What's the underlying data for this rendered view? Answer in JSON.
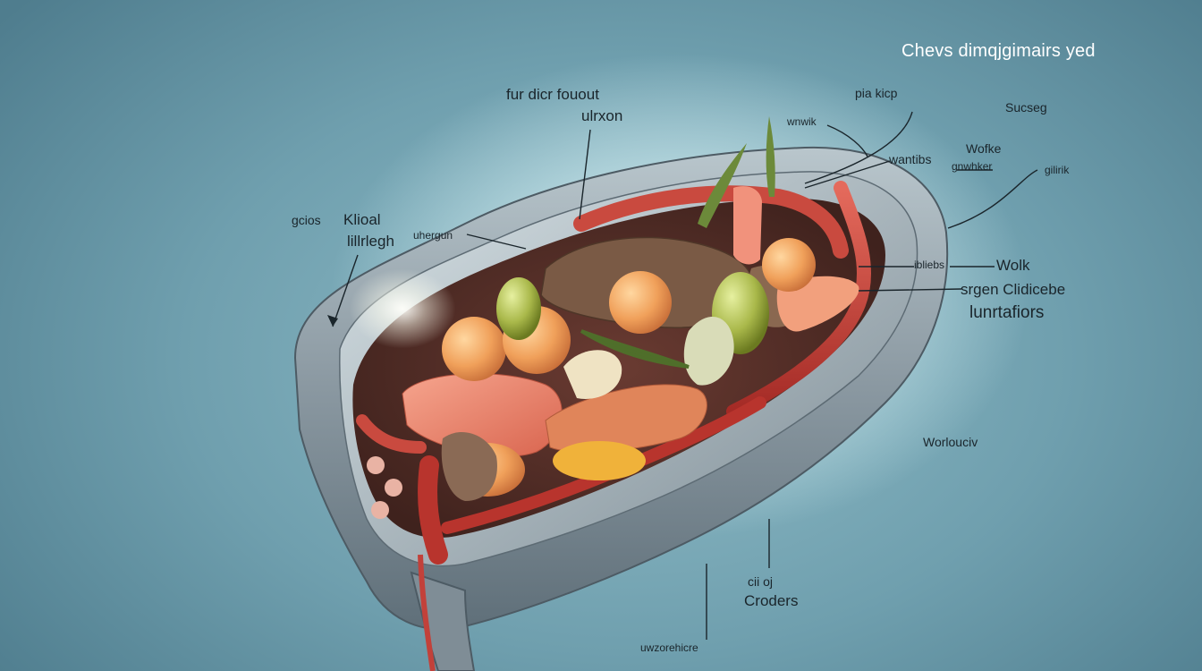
{
  "title": "Chevs dimqjgimairs yed",
  "labels": {
    "top_left_line1": "fur dicr fouout",
    "top_left_line2": "ulrxon",
    "top_center": "pia kicp",
    "top_right": "Sucseg",
    "small_near_leaf": "wnwik",
    "wantibs": "wantibs",
    "right_upper_1": "Wofke",
    "right_upper_2": "gnwhker",
    "right_upper_3": "gilirik",
    "left_1": "gcios",
    "left_2": "Klioal",
    "left_3": "lillrlegh",
    "left_inner": "uhergun",
    "right_mid_small": "ibliebs",
    "right_mid_large": "Wolk",
    "right_mid_2": "srgen Clidicebe",
    "right_mid_3": "lunrtafiors",
    "right_lower": "Worlouciv",
    "bottom_1": "cii oj",
    "bottom_2": "Croders",
    "bottom_3": "uwzorehicre"
  },
  "colors": {
    "background": "#8fbcc7",
    "organ_wall": "#8d9ba3",
    "muscle": "#c8453d",
    "leader_line": "#1a252b"
  }
}
